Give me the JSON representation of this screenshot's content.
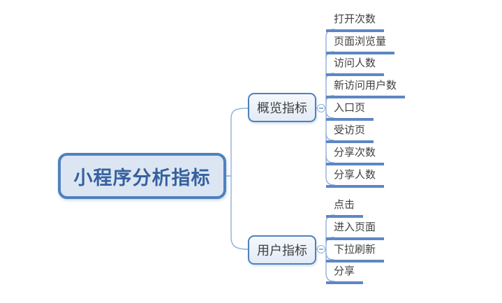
{
  "root": {
    "label": "小程序分析指标"
  },
  "branches": [
    {
      "label": "概览指标",
      "collapse_icon": "circle-minus",
      "children": [
        "打开次数",
        "页面浏览量",
        "访问人数",
        "新访问用户数",
        "入口页",
        "受访页",
        "分享次数",
        "分享人数"
      ]
    },
    {
      "label": "用户指标",
      "collapse_icon": "circle-minus",
      "children": [
        "点击",
        "进入页面",
        "下拉刷新",
        "分享"
      ]
    }
  ],
  "colors": {
    "node_border": "#4f81bd",
    "root_fill": "#dce6f3",
    "root_text": "#36619e",
    "branch_fill": "#e9eff8",
    "leaf_text": "#3f3f3f",
    "connector_line": "#8fafdb",
    "leaf_underline": "#5e87c4"
  }
}
